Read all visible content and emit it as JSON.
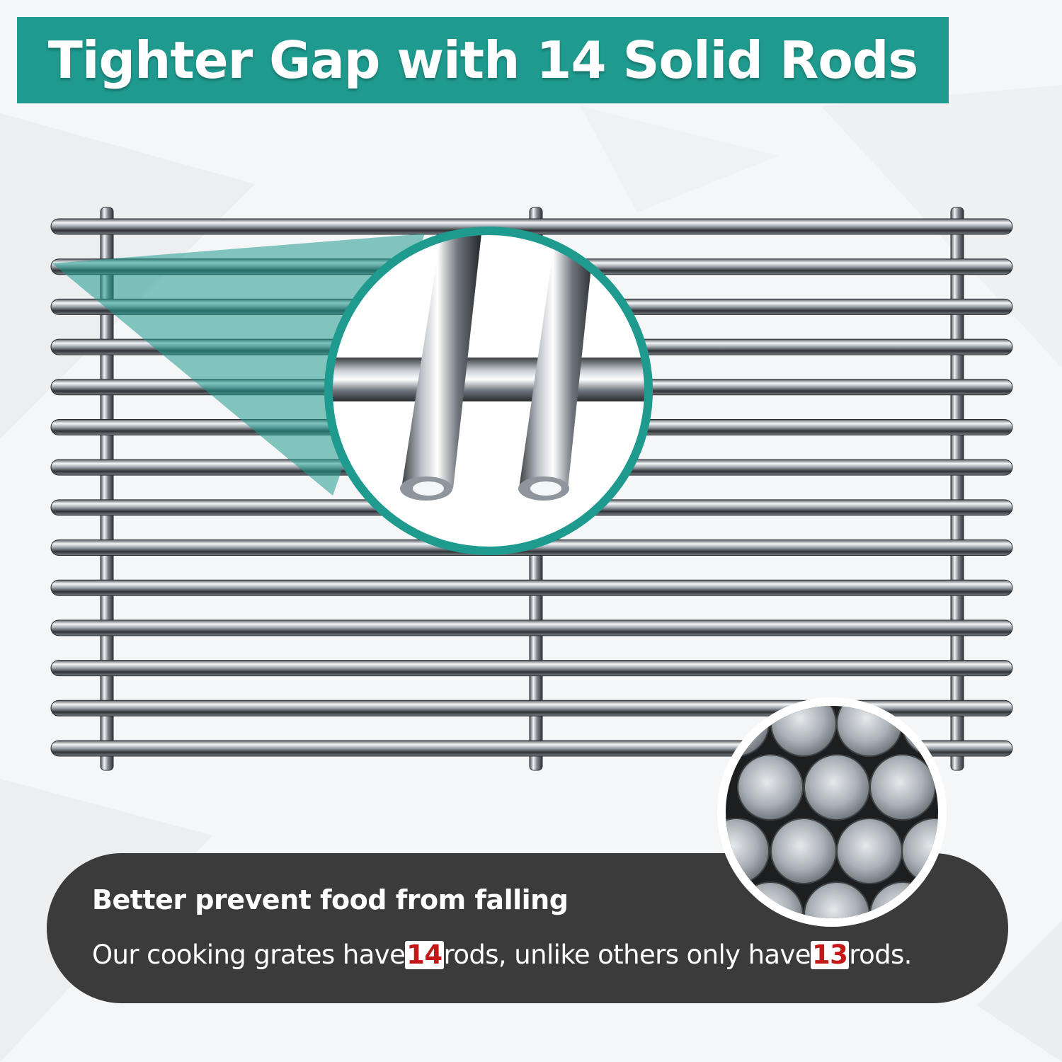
{
  "banner": {
    "title": "Tighter Gap with 14 Solid Rods",
    "color": "#1f9a8e"
  },
  "grate": {
    "rod_count": 14,
    "crossbar_count": 3,
    "accent_color": "#1f9a8e"
  },
  "info": {
    "heading": "Better prevent food from falling",
    "body_part1": "Our cooking grates have",
    "rods_ours": "14",
    "body_part2": "rods, unlike others only have",
    "rods_others": "13",
    "body_part3": "rods.",
    "panel_color": "#3b3b3b",
    "number_color": "#c21818"
  },
  "icons": {
    "zoom": "rod-closeup-magnifier-icon",
    "material": "solid-steel-rod-ends-icon"
  }
}
